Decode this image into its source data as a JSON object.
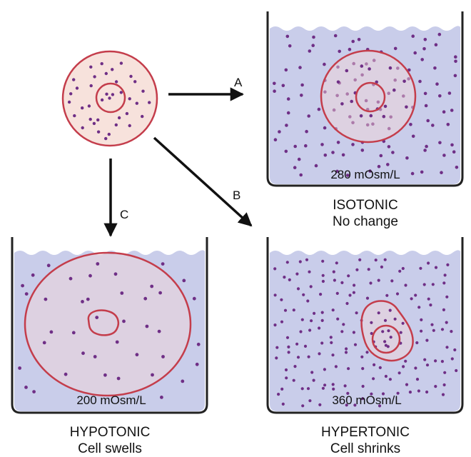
{
  "arrows": {
    "a": "A",
    "b": "B",
    "c": "C"
  },
  "beakers": {
    "isotonic": {
      "concentration": "280 mOsm/L",
      "title": "ISOTONIC",
      "subtitle": "No change"
    },
    "hypotonic": {
      "concentration": "200 mOsm/L",
      "title": "HYPOTONIC",
      "subtitle": "Cell swells"
    },
    "hypertonic": {
      "concentration": "360 mOsm/L",
      "title": "HYPERTONIC",
      "subtitle": "Cell shrinks"
    }
  },
  "colors": {
    "solution": "#c9cdea",
    "cell_fill": "#f7e2dc",
    "membrane": "#c43d4b",
    "solute": "#6f2f86",
    "beaker_wall": "#222222",
    "arrow": "#111111"
  }
}
